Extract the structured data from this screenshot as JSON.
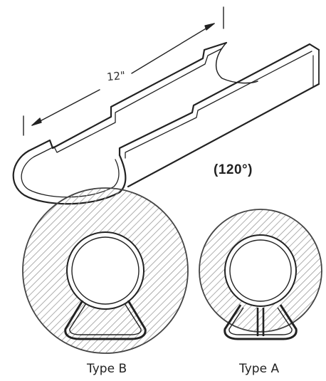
{
  "dimension_label": "12\"",
  "angle_label": "(120°)",
  "types": [
    {
      "caption": "Type B"
    },
    {
      "caption": "Type A"
    }
  ],
  "colors": {
    "line": "#222222",
    "hatch": "#9a9a9a",
    "background": "#ffffff"
  }
}
